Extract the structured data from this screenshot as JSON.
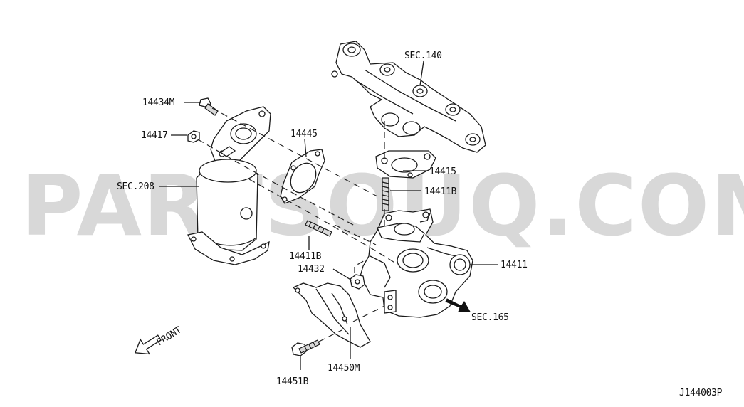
{
  "watermark": "PARTSOUQ.COM",
  "diagram_code": "J144003P",
  "labels": {
    "sec140": "SEC.140",
    "p14434m": "14434M",
    "p14417": "14417",
    "p14445": "14445",
    "p14415": "14415",
    "sec208": "SEC.208",
    "p14411b_right": "14411B",
    "p14411b_left": "14411B",
    "p14411": "14411",
    "p14432": "14432",
    "sec165": "SEC.165",
    "front": "FRONT",
    "p14450m": "14450M",
    "p14451b": "14451B"
  }
}
